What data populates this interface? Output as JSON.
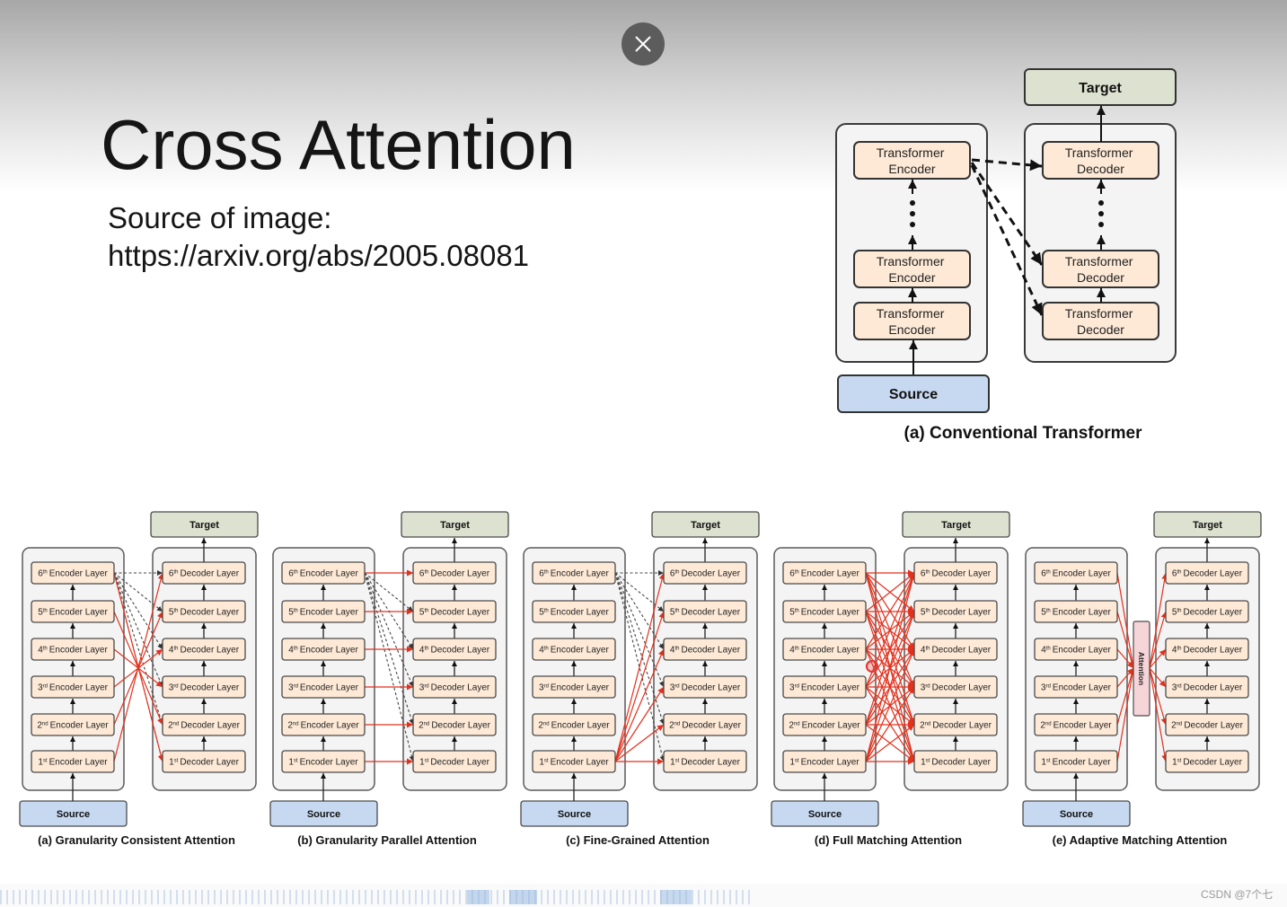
{
  "icons": {
    "close": "close-icon"
  },
  "viewer": {
    "watermark": "CSDN @7个七"
  },
  "slide": {
    "title": "Cross Attention",
    "source_label": "Source of image:",
    "source_url": "https://arxiv.org/abs/2005.08081"
  },
  "conventional": {
    "target": "Target",
    "source": "Source",
    "encoder": {
      "line1": "Transformer",
      "line2": "Encoder"
    },
    "decoder": {
      "line1": "Transformer",
      "line2": "Decoder"
    },
    "caption": "(a) Conventional Transformer"
  },
  "variants": {
    "target": "Target",
    "source": "Source",
    "encoder_layer": "Encoder Layer",
    "decoder_layer": "Decoder Layer",
    "attention": "Attention",
    "ordinals": [
      {
        "n": "1",
        "suffix": "st"
      },
      {
        "n": "2",
        "suffix": "nd"
      },
      {
        "n": "3",
        "suffix": "rd"
      },
      {
        "n": "4",
        "suffix": "th"
      },
      {
        "n": "5",
        "suffix": "th"
      },
      {
        "n": "6",
        "suffix": "th"
      }
    ],
    "captions": [
      "(a) Granularity Consistent Attention",
      "(b) Granularity Parallel Attention",
      "(c) Fine-Grained Attention",
      "(d) Full Matching Attention",
      "(e) Adaptive Matching Attention"
    ]
  },
  "colors": {
    "target_fill": "#dde1cf",
    "source_fill": "#c7d9f0",
    "layer_fill": "#fde9d6",
    "container_fill": "#f4f4f4",
    "attention_fill": "#f6d5d8",
    "cross_link": "#e2311d",
    "close_button": "#5c5c5c",
    "pointer": "#e53935"
  }
}
